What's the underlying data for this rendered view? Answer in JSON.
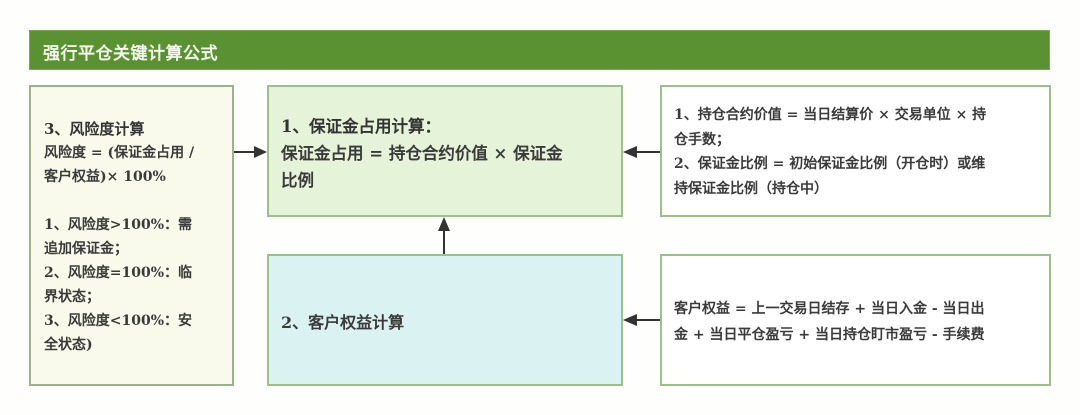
{
  "header": {
    "title": "强行平仓关键计算公式",
    "color": "#5a9232"
  },
  "boxes": {
    "risk": {
      "title": "3、风险度计算",
      "formula_line1": "风险度 = (保证金占用 /",
      "formula_line2": "客户权益)× 100%",
      "items": [
        "1、风险度>100%：需",
        "追加保证金；",
        "2、风险度=100%：临",
        "界状态；",
        "3、风险度<100%：安",
        "全状态)"
      ],
      "background": "#fafaec"
    },
    "margin": {
      "title": "1、保证金占用计算：",
      "formula_line1": "保证金占用 = 持仓合约价值 × 保证金",
      "formula_line2": "比例",
      "background": "#e5f3d8"
    },
    "equity": {
      "title": "2、客户权益计算",
      "background": "#dbf2f2"
    },
    "margin_detail": {
      "lines": [
        "1、持仓合约价值 = 当日结算价 × 交易单位 × 持",
        "仓手数；",
        "2、保证金比例 = 初始保证金比例（开仓时）或维",
        "持保证金比例（持仓中）"
      ]
    },
    "equity_detail": {
      "lines": [
        "客户权益 = 上一交易日结存 + 当日入金 - 当日出",
        "金 + 当日平仓盈亏 + 当日持仓盯市盈亏 - 手续费"
      ]
    }
  },
  "connectors": [
    {
      "from": "risk",
      "to": "margin"
    },
    {
      "from": "equity",
      "to": "margin"
    },
    {
      "from": "margin_detail",
      "to": "margin"
    },
    {
      "from": "equity_detail",
      "to": "equity"
    }
  ]
}
